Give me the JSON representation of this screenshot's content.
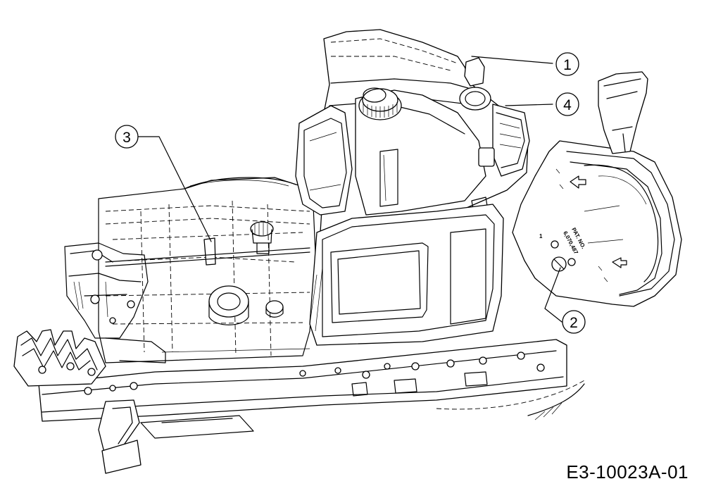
{
  "diagram": {
    "drawing_code": "E3-10023A-01",
    "callouts": [
      {
        "id": "callout-1",
        "label": "1"
      },
      {
        "id": "callout-2",
        "label": "2"
      },
      {
        "id": "callout-3",
        "label": "3"
      },
      {
        "id": "callout-4",
        "label": "4"
      }
    ],
    "plate": {
      "line1": "PAT. NO.",
      "line2": "6,070,487",
      "position_mark": "1"
    }
  }
}
